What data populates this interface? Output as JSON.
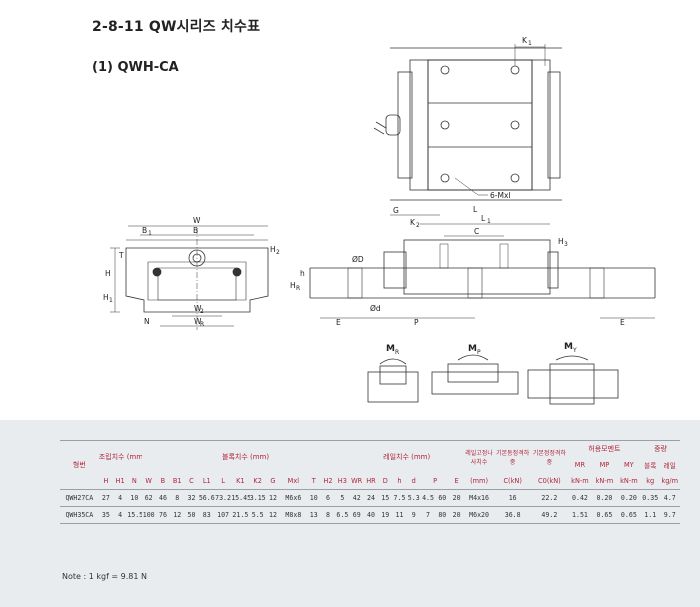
{
  "title": "2-8-11 QW시리즈 치수표",
  "subtitle": "(1) QWH-CA",
  "drawing_labels": {
    "k1": "K",
    "k1_sub": "1",
    "mxl": "6-Mxl",
    "w": "W",
    "b": "B",
    "b1": "B",
    "b1_sub": "1",
    "t": "T",
    "h": "H",
    "h1": "H",
    "h1_sub": "1",
    "h2": "H",
    "h2_sub": "2",
    "w2": "W",
    "w2_sub": "2",
    "wr": "W",
    "wr_sub": "R",
    "n": "N",
    "g": "G",
    "k2": "K",
    "k2_sub": "2",
    "l1": "L",
    "l1_sub": "1",
    "l": "L",
    "c": "C",
    "h3": "H",
    "h3_sub": "3",
    "phi_d_cap": "ØD",
    "h_small": "h",
    "hr": "H",
    "hr_sub": "R",
    "phi_d": "Ød",
    "e": "E",
    "p": "P",
    "e2": "E",
    "mr": "M",
    "mr_sub": "R",
    "mp": "M",
    "mp_sub": "P",
    "my": "M",
    "my_sub": "Y"
  },
  "table": {
    "model_header": "형번",
    "group_headers": {
      "assembly": "조립치수 (mm)",
      "block": "블록치수 (mm)",
      "rail": "레일치수 (mm)",
      "rail_bolt": "레일고정나사치수",
      "dynamic": "기본동정격하중",
      "static": "기본정정격하중",
      "moment": "허용모멘트",
      "weight": "중량"
    },
    "sub_headers": {
      "assembly": [
        "H",
        "H1",
        "N"
      ],
      "block": [
        "W",
        "B",
        "B1",
        "C",
        "L1",
        "L",
        "K1",
        "K2",
        "G",
        "Mxl",
        "T",
        "H2",
        "H3"
      ],
      "rail": [
        "WR",
        "HR",
        "D",
        "h",
        "d",
        "P",
        "E"
      ],
      "rail_bolt_unit": "(mm)",
      "dynamic_unit": "C(kN)",
      "static_unit": "C0(kN)",
      "moment_symbols": [
        "MR",
        "MP",
        "MY"
      ],
      "moment_units": [
        "kN-m",
        "kN-m",
        "kN-m"
      ],
      "weight_labels": [
        "블록",
        "레일"
      ],
      "weight_units": [
        "kg",
        "kg/m"
      ]
    },
    "rows": [
      {
        "model": "QWH27CA",
        "assembly": [
          "27",
          "4",
          "10"
        ],
        "block": [
          "62",
          "46",
          "8",
          "32",
          "56.6",
          "73.2",
          "15.45",
          "3.15",
          "12",
          "M6x6",
          "10",
          "6",
          "5"
        ],
        "rail": [
          "42",
          "24",
          "15",
          "7.5",
          "5.3",
          "4.5",
          "60",
          "20"
        ],
        "bolt": "M4x16",
        "c": "16",
        "c0": "22.2",
        "moment": [
          "0.42",
          "0.20",
          "0.20"
        ],
        "weight": [
          "0.35",
          "4.7"
        ]
      },
      {
        "model": "QWH35CA",
        "assembly": [
          "35",
          "4",
          "15.5"
        ],
        "block": [
          "100",
          "76",
          "12",
          "50",
          "83",
          "107",
          "21.5",
          "5.5",
          "12",
          "M8x8",
          "13",
          "8",
          "6.5"
        ],
        "rail": [
          "69",
          "40",
          "19",
          "11",
          "9",
          "7",
          "80",
          "20"
        ],
        "bolt": "M6x20",
        "c": "36.8",
        "c0": "49.2",
        "moment": [
          "1.51",
          "0.65",
          "0.65"
        ],
        "weight": [
          "1.1",
          "9.7"
        ]
      }
    ]
  },
  "note": "Note : 1 kgf = 9.81 N"
}
